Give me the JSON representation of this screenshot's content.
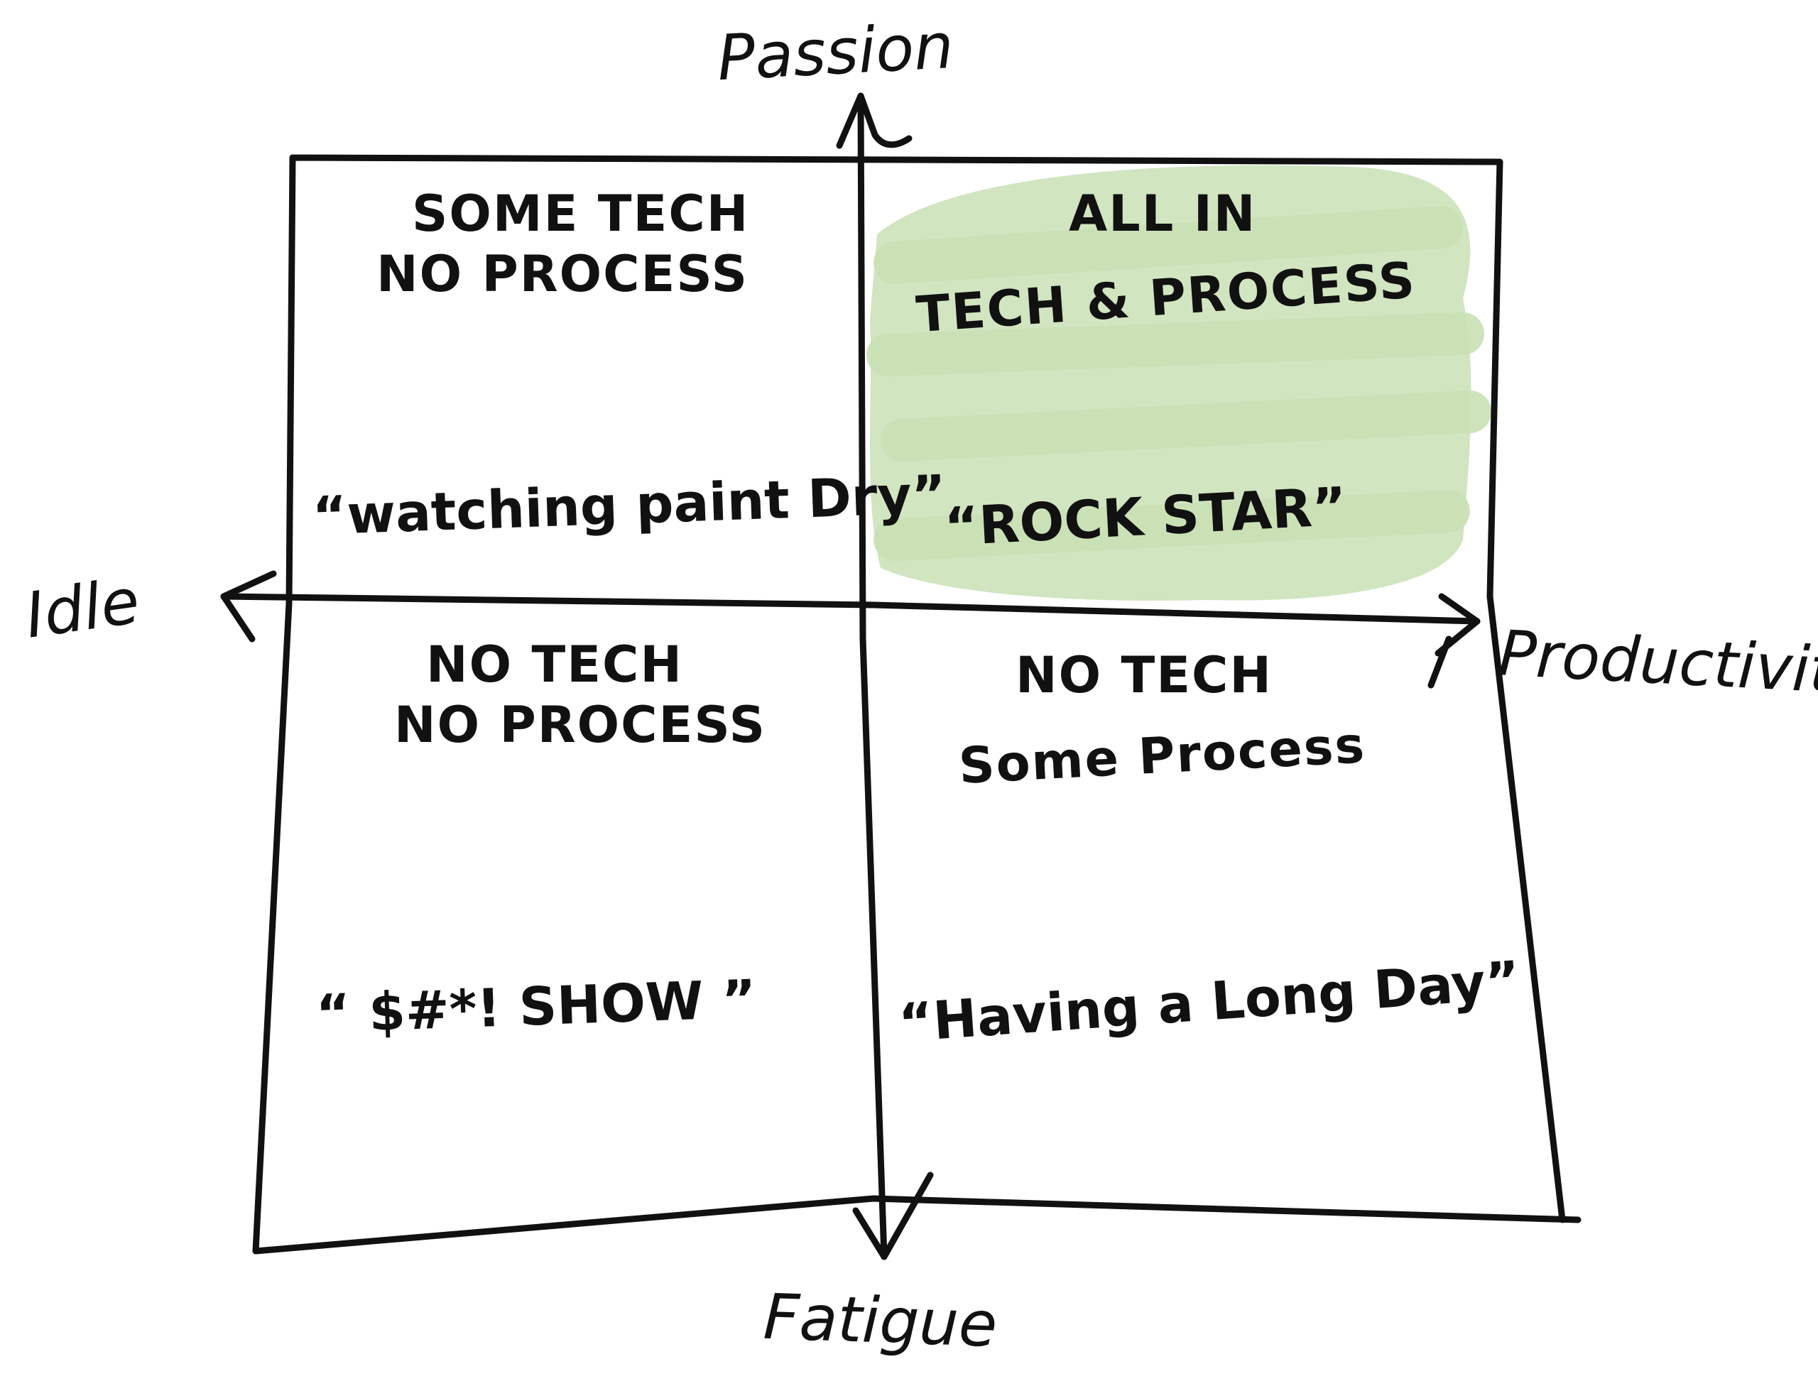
{
  "axes": {
    "top": "Passion",
    "bottom": "Fatigue",
    "left": "Idle",
    "right": "Productivity"
  },
  "quadrants": {
    "top_left": {
      "line1": "SOME TECH",
      "line2": "NO PROCESS",
      "quote": "“watching paint Dry”"
    },
    "top_right": {
      "line1": "ALL IN",
      "line2": "TECH & PROCESS",
      "quote": "“ROCK STAR”",
      "highlight_color": "#c9e0b5"
    },
    "bottom_left": {
      "line1": "NO TECH",
      "line2": "NO PROCESS",
      "quote": "“ $#*! SHOW ”"
    },
    "bottom_right": {
      "line1": "NO TECH",
      "line2": "Some Process",
      "quote": "“Having a Long Day”"
    }
  },
  "colors": {
    "ink": "#111111",
    "background": "#ffffff"
  }
}
